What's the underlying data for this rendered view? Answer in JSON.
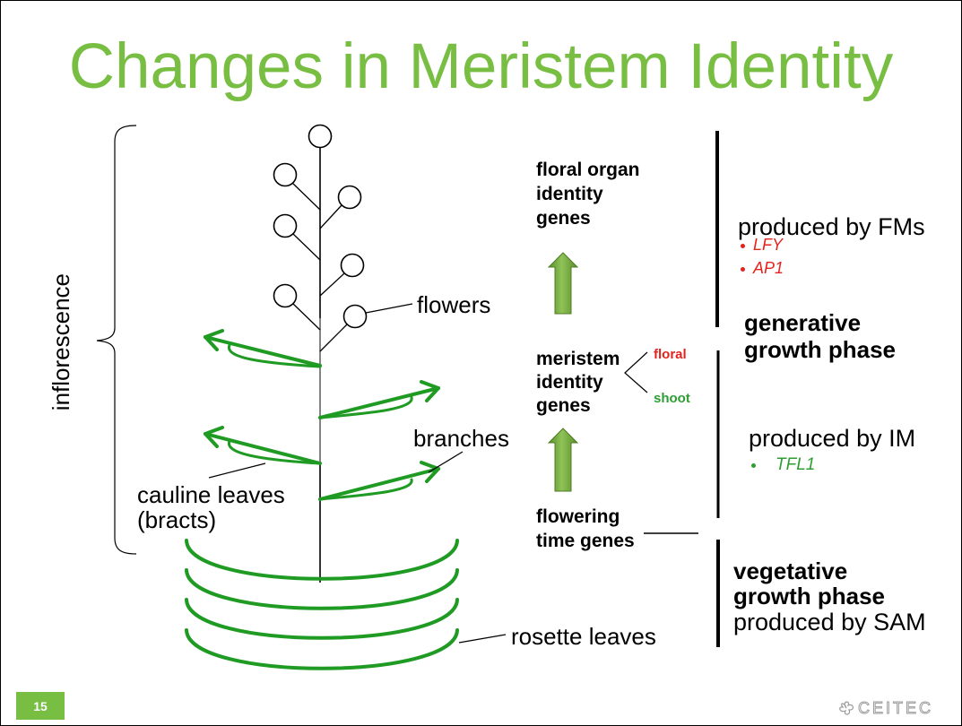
{
  "slide": {
    "title": "Changes in Meristem Identity",
    "page_number": "15"
  },
  "logo": {
    "icon": "ceitec-swirl-icon",
    "text": "CEITEC"
  },
  "plant": {
    "inflorescence": "inflorescence",
    "flowers": "flowers",
    "branches": "branches",
    "cauline_leaves": [
      "cauline leaves",
      "(bracts)"
    ],
    "rosette_leaves": "rosette leaves"
  },
  "gene_cascade": {
    "floral_organ_identity": [
      "floral organ",
      "identity",
      "genes"
    ],
    "meristem_identity": [
      "meristem",
      "identity",
      "genes"
    ],
    "meristem_outputs": [
      "floral",
      "shoot"
    ],
    "flowering_time": [
      "flowering",
      "time genes"
    ]
  },
  "phases": {
    "floral_meristems": {
      "text": "produced by FMs",
      "genes": [
        "LFY",
        "AP1"
      ]
    },
    "generative": [
      "generative",
      "growth phase"
    ],
    "inflorescence_meristem": {
      "text": "produced by IM",
      "genes": [
        "TFL1"
      ]
    },
    "vegetative": [
      "vegetative",
      "growth phase"
    ],
    "shoot_apical_meristem": {
      "text": "produced by SAM"
    }
  },
  "colors": {
    "title_green": "#78BE43",
    "plant_green": "#1F9B24",
    "arrow_green": "#6FA23A",
    "gene_red": "#E3241E",
    "gene_green": "#2E9E33",
    "page_badge": "#78BE43",
    "logo_gray": "#9B9B9B"
  }
}
